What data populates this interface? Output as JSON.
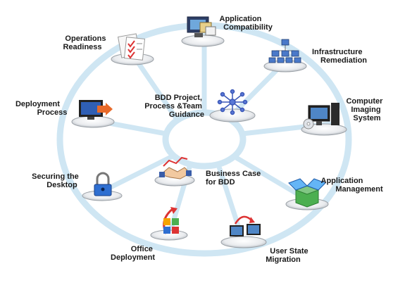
{
  "diagram": {
    "colors": {
      "wheel": "#cfe6f3",
      "disc_top": "#f3f4f6",
      "disc_edge": "#8d939a"
    },
    "hub": {
      "label_lines": [
        "BDD Project,",
        "Process &Team",
        "Guidance"
      ],
      "icon": "network-hub-icon"
    },
    "center_item": {
      "label_lines": [
        "Business Case",
        "for BDD"
      ],
      "icon": "handshake-icon"
    },
    "nodes": [
      {
        "id": "application-compatibility",
        "label_lines": [
          "Application",
          "Compatibility"
        ],
        "icon": "app-windows-icon"
      },
      {
        "id": "infrastructure-remediation",
        "label_lines": [
          "Infrastructure",
          "Remediation"
        ],
        "icon": "server-tree-icon"
      },
      {
        "id": "computer-imaging-system",
        "label_lines": [
          "Computer",
          "Imaging",
          "System"
        ],
        "icon": "computer-cd-icon"
      },
      {
        "id": "application-management",
        "label_lines": [
          "Application",
          "Management"
        ],
        "icon": "open-box-icon"
      },
      {
        "id": "user-state-migration",
        "label_lines": [
          "User State",
          "Migration"
        ],
        "icon": "monitor-transfer-icon"
      },
      {
        "id": "office-deployment",
        "label_lines": [
          "Office",
          "Deployment"
        ],
        "icon": "office-logo-icon"
      },
      {
        "id": "securing-the-desktop",
        "label_lines": [
          "Securing the",
          "Desktop"
        ],
        "icon": "padlock-icon"
      },
      {
        "id": "deployment-process",
        "label_lines": [
          "Deployment",
          "Process"
        ],
        "icon": "monitor-arrow-icon"
      },
      {
        "id": "operations-readiness",
        "label_lines": [
          "Operations",
          "Readiness"
        ],
        "icon": "checklist-icon"
      }
    ]
  }
}
